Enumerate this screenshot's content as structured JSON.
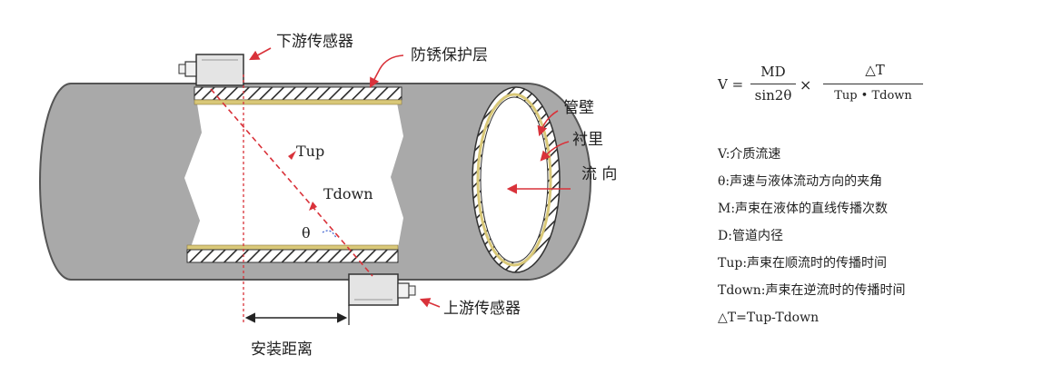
{
  "labels": {
    "downstream_sensor": "下游传感器",
    "coating": "防锈保护层",
    "pipe_wall": "管壁",
    "lining": "衬里",
    "flow_direction": "流 向",
    "tup": "Tup",
    "tdown": "Tdown",
    "theta": "θ",
    "upstream_sensor": "上游传感器",
    "install_distance": "安装距离"
  },
  "formula": {
    "lhs": "V =",
    "num1": "MD",
    "den1": "sin2θ",
    "times": "×",
    "num2": "△T",
    "den2": "Tup • Tdown"
  },
  "legend": [
    "V:介质流速",
    "θ:声速与液体流动方向的夹角",
    "M:声束在液体的直线传播次数",
    "D:管道内径",
    "Tup:声束在顺流时的传播时间",
    "Tdown:声束在逆流时的传播时间",
    "△T=Tup-Tdown"
  ],
  "colors": {
    "pipe": "#a9a9a9",
    "lining": "#d9c878",
    "arrow": "#d9323a",
    "sensor": "#e4e4e4"
  }
}
